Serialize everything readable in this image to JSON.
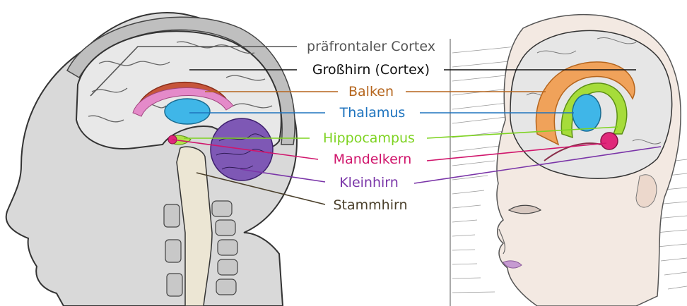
{
  "labels": {
    "prefrontal": {
      "text": "präfrontaler Cortex",
      "color": "#555555"
    },
    "cerebrum": {
      "text": "Großhirn (Cortex)",
      "color": "#111111"
    },
    "corpus_callosum": {
      "text": "Balken",
      "color": "#b5651d"
    },
    "thalamus": {
      "text": "Thalamus",
      "color": "#1e73be"
    },
    "hippocampus": {
      "text": "Hippocampus",
      "color": "#7ed321"
    },
    "amygdala": {
      "text": "Mandelkern",
      "color": "#d0166c"
    },
    "cerebellum": {
      "text": "Kleinhirn",
      "color": "#7a35a8"
    },
    "brainstem": {
      "text": "Stammhirn",
      "color": "#4a3f2a"
    }
  }
}
